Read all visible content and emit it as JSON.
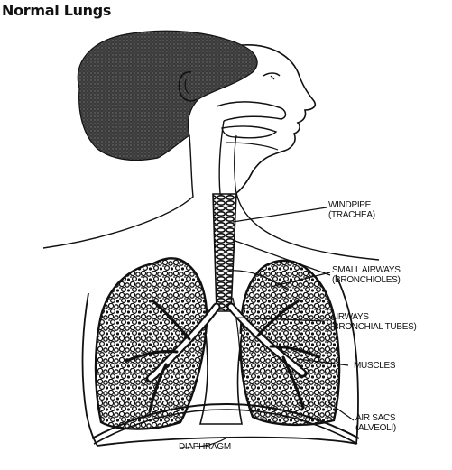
{
  "title": "Normal Lungs",
  "labels": {
    "windpipe": {
      "line1": "WINDPIPE",
      "line2": "(TRACHEA)"
    },
    "small_airways": {
      "line1": "SMALL AIRWAYS",
      "line2": "(BRONCHIOLES)"
    },
    "airways": {
      "line1": "AIRWAYS",
      "line2": "(BRONCHIAL TUBES)"
    },
    "muscles": {
      "line1": "MUSCLES"
    },
    "air_sacs": {
      "line1": "AIR SACS",
      "line2": "(ALVEOLI)"
    },
    "diaphragm": {
      "line1": "DIAPHRAGM"
    }
  }
}
